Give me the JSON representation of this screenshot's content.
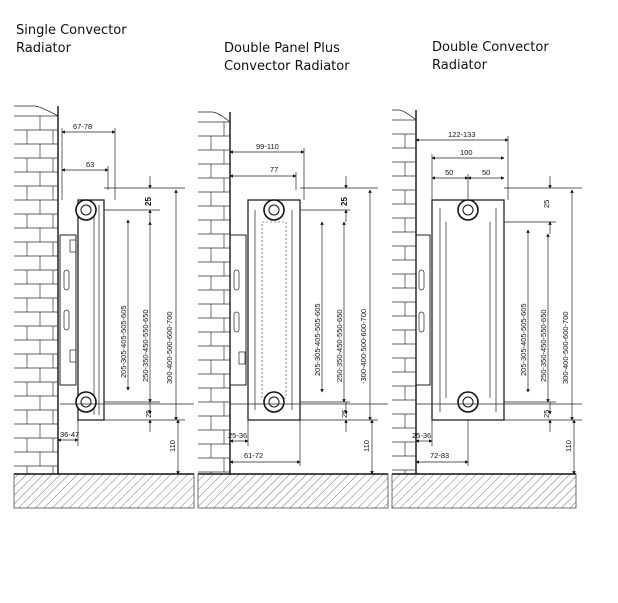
{
  "titles": [
    {
      "line1": "Single Convector",
      "line2": "Radiator"
    },
    {
      "line1": "Double Panel Plus",
      "line2": "Convector Radiator"
    },
    {
      "line1": "Double Convector",
      "line2": "Radiator"
    }
  ],
  "panel1": {
    "width_outer": "67-78",
    "width_inner": "63",
    "top_gap": "25",
    "bottom_gap": "25",
    "centres": "205-305-405-505-605",
    "heights": "250-350-450-550-650",
    "overall": "300-400-500-600-700",
    "wall_gap": "36-47",
    "floor_gap": "110"
  },
  "panel2": {
    "width_outer": "99-110",
    "width_inner": "77",
    "top_gap": "25",
    "bottom_gap": "25",
    "centres": "205-305-405-505-605",
    "heights": "250-350-450-550-650",
    "overall": "-300-400-500-600-700",
    "wall_gap": "25-36",
    "base_width": "61-72",
    "floor_gap": "110"
  },
  "panel3": {
    "width_outer": "122-133",
    "width_inner": "100",
    "half_left": "50",
    "half_right": "50",
    "top_gap": "25",
    "bottom_gap": "25",
    "centres": "205-305-405-505-605",
    "heights": "250-350-450-550-650",
    "overall": "300-400-500-600-700",
    "wall_gap": "25-36",
    "base_width": "72-83",
    "floor_gap": "110"
  }
}
